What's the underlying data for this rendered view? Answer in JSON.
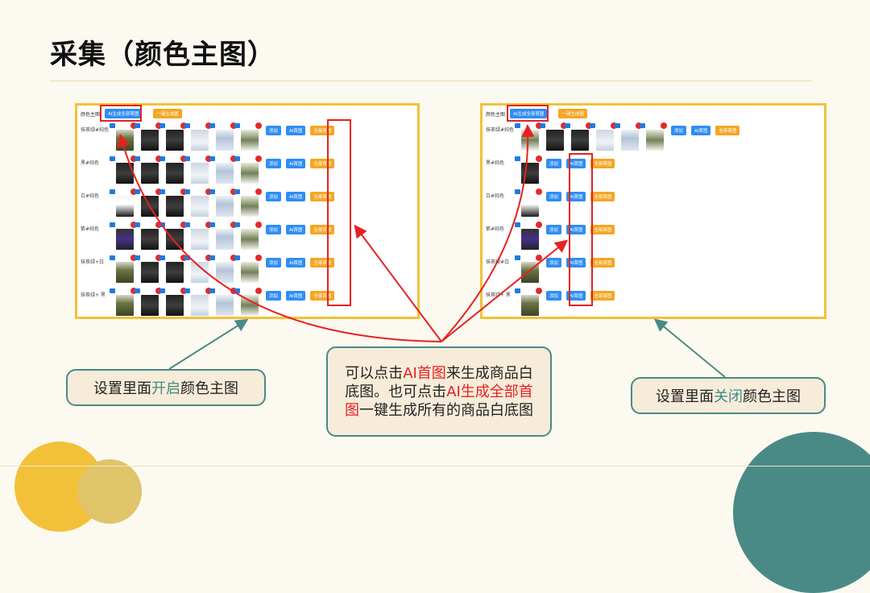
{
  "slide": {
    "title": "采集（颜色主图）"
  },
  "panels": {
    "header_label": "颜色主图",
    "ai_all_label": "AI生成全部首图",
    "one_click_label": "一键生成图",
    "buttons": {
      "add": "添加",
      "ai_first": "AI首图",
      "all_first": "全部首图"
    },
    "left_rows": [
      "抹茶绿#纯色",
      "黑#纯色",
      "白#纯色",
      "紫#纯色",
      "抹茶绿+白",
      "抹茶绿+ 黑"
    ],
    "right_rows": [
      "抹茶绿#纯色",
      "黑#纯色",
      "白#纯色",
      "紫#纯色",
      "抹茶绿#白",
      "抹茶绿+ 黑"
    ]
  },
  "callouts": {
    "left": {
      "prefix": "设置里面",
      "highlight": "开启",
      "suffix": "颜色主图"
    },
    "right": {
      "prefix": "设置里面",
      "highlight": "关闭",
      "suffix": "颜色主图"
    },
    "center": {
      "part1": "可以点击",
      "hl1": "AI首图",
      "part2": "来生成商品白底图。也可点击",
      "hl2": "AI生成全部首图",
      "part3": "一键生成所有的商品白底图"
    }
  },
  "colors": {
    "accent_red": "#e52222",
    "teal": "#4a8a86",
    "panel_border": "#f2c139",
    "button_blue": "#2f8df4",
    "button_orange": "#f5a623"
  }
}
